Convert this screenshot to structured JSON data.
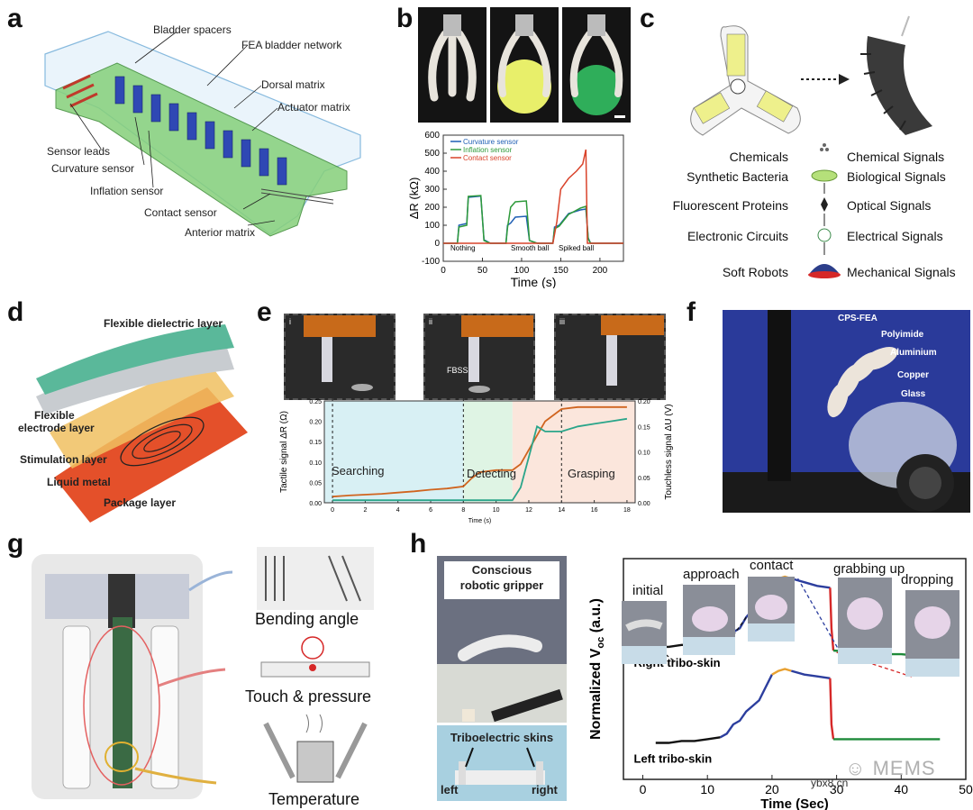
{
  "panels": {
    "a": {
      "letter": "a",
      "labels": [
        "Bladder spacers",
        "FEA bladder network",
        "Dorsal matrix",
        "Actuator matrix",
        "Sensor leads",
        "Curvature sensor",
        "Inflation sensor",
        "Contact sensor",
        "Anterior matrix"
      ],
      "fea_line2": "network"
    },
    "b": {
      "letter": "b"
    },
    "c": {
      "letter": "c",
      "left": [
        "Chemicals",
        "Synthetic Bacteria",
        "Fluorescent Proteins",
        "Electronic Circuits",
        "Soft Robots"
      ],
      "right": [
        "Chemical Signals",
        "Biological Signals",
        "Optical Signals",
        "Electrical Signals",
        "Mechanical Signals"
      ]
    },
    "d": {
      "letter": "d",
      "labels": [
        "Flexible dielectric layer",
        "Flexible",
        "electrode layer",
        "Stimulation layer",
        "Liquid metal",
        "Package layer"
      ]
    },
    "e": {
      "letter": "e",
      "phases": [
        "Searching",
        "Detecting",
        "Grasping"
      ],
      "photo_tags": [
        "i",
        "ii",
        "iii"
      ],
      "fbss": "FBSS"
    },
    "f": {
      "letter": "f",
      "labels": [
        "CPS-FEA",
        "Polyimide",
        "Aluminium",
        "Copper",
        "Glass"
      ]
    },
    "g": {
      "letter": "g",
      "labels": [
        "Bending angle",
        "Touch & pressure",
        "Temperature"
      ]
    },
    "h": {
      "letter": "h",
      "gripper_title_1": "Conscious",
      "gripper_title_2": "robotic gripper",
      "skins_title": "Triboelectric skins",
      "left": "left",
      "right": "right",
      "stages": [
        "initial",
        "approach",
        "contact",
        "grabbing up",
        "dropping"
      ],
      "traces": [
        "Right tribo-skin",
        "Left tribo-skin"
      ]
    }
  },
  "watermark": {
    "text": "MEMS",
    "site": "ybx8.cn"
  },
  "chart_data": [
    {
      "panel": "b",
      "type": "line",
      "xlabel": "Time (s)",
      "ylabel": "ΔR (kΩ)",
      "xlim": [
        0,
        230
      ],
      "ylim": [
        -100,
        600
      ],
      "xticks": [
        0,
        50,
        100,
        150,
        200
      ],
      "yticks": [
        -100,
        0,
        100,
        200,
        300,
        400,
        500,
        600
      ],
      "annotations": [
        "Nothing",
        "Smooth ball",
        "Spiked ball"
      ],
      "series": [
        {
          "name": "Curvature sensor",
          "color": "#1f5fb4",
          "x": [
            0,
            18,
            20,
            30,
            32,
            48,
            52,
            60,
            80,
            82,
            86,
            92,
            106,
            110,
            120,
            140,
            142,
            148,
            160,
            175,
            182,
            185,
            188,
            230
          ],
          "y": [
            0,
            0,
            100,
            110,
            255,
            262,
            20,
            0,
            0,
            100,
            112,
            145,
            150,
            15,
            0,
            0,
            90,
            100,
            165,
            185,
            190,
            30,
            0,
            0
          ]
        },
        {
          "name": "Inflation sensor",
          "color": "#2e9a3a",
          "x": [
            0,
            18,
            20,
            30,
            32,
            48,
            52,
            60,
            80,
            82,
            86,
            92,
            106,
            110,
            120,
            140,
            142,
            148,
            160,
            175,
            182,
            185,
            188,
            230
          ],
          "y": [
            0,
            0,
            90,
            100,
            260,
            265,
            15,
            0,
            0,
            85,
            200,
            230,
            235,
            15,
            0,
            0,
            80,
            95,
            160,
            195,
            205,
            25,
            0,
            0
          ]
        },
        {
          "name": "Contact sensor",
          "color": "#d9432b",
          "x": [
            0,
            140,
            145,
            150,
            160,
            170,
            178,
            182,
            184,
            186,
            230
          ],
          "y": [
            0,
            0,
            120,
            300,
            360,
            400,
            440,
            520,
            0,
            0,
            0
          ]
        }
      ]
    },
    {
      "panel": "e",
      "type": "line",
      "xlabel": "Time (s)",
      "ylabel": "Tactile signal ΔR (Ω)",
      "y2label": "Touchless signal ΔU (V)",
      "xlim": [
        -0.5,
        18.5
      ],
      "ylim": [
        0,
        0.25
      ],
      "y2lim": [
        0,
        0.2
      ],
      "xticks": [
        0,
        2,
        4,
        6,
        8,
        10,
        12,
        14,
        16,
        18
      ],
      "yticks": [
        0,
        0.05,
        0.1,
        0.15,
        0.2,
        0.25
      ],
      "y2ticks": [
        0,
        0.05,
        0.1,
        0.15,
        0.2
      ],
      "series": [
        {
          "name": "Tactile",
          "axis": "left",
          "color": "#d0641f",
          "x": [
            0,
            1,
            2,
            3,
            4,
            5,
            6,
            7,
            8,
            8.5,
            9,
            10,
            11,
            11.5,
            12,
            13,
            14,
            15,
            16,
            17,
            18
          ],
          "y": [
            0.015,
            0.018,
            0.02,
            0.022,
            0.025,
            0.028,
            0.032,
            0.035,
            0.04,
            0.06,
            0.075,
            0.08,
            0.08,
            0.095,
            0.13,
            0.2,
            0.23,
            0.235,
            0.235,
            0.235,
            0.235
          ]
        },
        {
          "name": "Touchless",
          "axis": "right",
          "color": "#2aa58a",
          "x": [
            0,
            2,
            4,
            6,
            8,
            10,
            11,
            11.5,
            12,
            12.5,
            13,
            14,
            15,
            16,
            17,
            18
          ],
          "y": [
            0.005,
            0.005,
            0.005,
            0.005,
            0.005,
            0.005,
            0.005,
            0.03,
            0.09,
            0.15,
            0.14,
            0.14,
            0.15,
            0.155,
            0.16,
            0.165
          ]
        }
      ]
    },
    {
      "panel": "h",
      "type": "line",
      "xlabel": "Time (Sec)",
      "ylabel": "Normalized V",
      "ylabel_sub": "oc",
      "ylabel_unit": "(a.u.)",
      "xlim": [
        -3,
        50
      ],
      "xticks": [
        0,
        10,
        20,
        30,
        40,
        50
      ],
      "series": [
        {
          "name": "Right tribo-skin",
          "segments": [
            {
              "color": "#111111",
              "x": [
                2,
                4,
                6,
                8,
                10,
                12
              ],
              "y": [
                0.62,
                0.62,
                0.63,
                0.63,
                0.64,
                0.65
              ]
            },
            {
              "color": "#2c3e9e",
              "x": [
                12,
                13,
                14,
                15,
                16,
                17,
                18,
                19,
                20
              ],
              "y": [
                0.65,
                0.67,
                0.7,
                0.72,
                0.78,
                0.82,
                0.85,
                0.9,
                0.97
              ]
            },
            {
              "color": "#e8a030",
              "x": [
                20,
                21,
                22,
                23
              ],
              "y": [
                0.97,
                0.99,
                1.0,
                0.99
              ]
            },
            {
              "color": "#2c3e9e",
              "x": [
                23,
                25,
                27,
                29
              ],
              "y": [
                0.99,
                0.97,
                0.95,
                0.94
              ]
            },
            {
              "color": "#d62828",
              "x": [
                29,
                29.2,
                29.5
              ],
              "y": [
                0.94,
                0.72,
                0.6
              ]
            },
            {
              "color": "#1e8a3a",
              "x": [
                29.5,
                33,
                37,
                40,
                43,
                46
              ],
              "y": [
                0.6,
                0.59,
                0.58,
                0.58,
                0.57,
                0.57
              ]
            }
          ]
        },
        {
          "name": "Left tribo-skin",
          "segments": [
            {
              "color": "#111111",
              "x": [
                2,
                4,
                6,
                8,
                10,
                12
              ],
              "y": [
                0.1,
                0.1,
                0.11,
                0.11,
                0.12,
                0.13
              ]
            },
            {
              "color": "#2c3e9e",
              "x": [
                12,
                13,
                14,
                15,
                16,
                17,
                18,
                19,
                20
              ],
              "y": [
                0.13,
                0.15,
                0.2,
                0.22,
                0.27,
                0.3,
                0.33,
                0.4,
                0.47
              ]
            },
            {
              "color": "#e8a030",
              "x": [
                20,
                21,
                22,
                23
              ],
              "y": [
                0.47,
                0.49,
                0.5,
                0.49
              ]
            },
            {
              "color": "#2c3e9e",
              "x": [
                23,
                25,
                27,
                29
              ],
              "y": [
                0.49,
                0.47,
                0.46,
                0.45
              ]
            },
            {
              "color": "#d62828",
              "x": [
                29,
                29.2,
                29.5
              ],
              "y": [
                0.45,
                0.2,
                0.12
              ]
            },
            {
              "color": "#1e8a3a",
              "x": [
                29.5,
                33,
                37,
                40,
                43,
                46
              ],
              "y": [
                0.12,
                0.12,
                0.12,
                0.12,
                0.12,
                0.12
              ]
            }
          ]
        }
      ]
    }
  ]
}
